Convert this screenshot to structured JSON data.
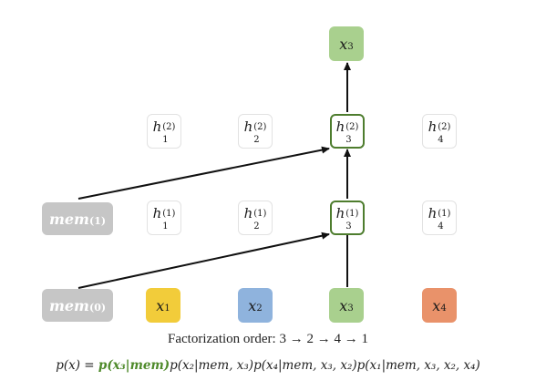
{
  "colors": {
    "x1": "#f2cc3a",
    "x2": "#8fb3dd",
    "x3": "#a9d08e",
    "x4": "#e9926a",
    "mem": "#c6c6c6",
    "highlight_border": "#4e7d2e",
    "highlight_text": "#4e8a2a"
  },
  "output_token": {
    "base": "x",
    "sub": "3"
  },
  "layer2": [
    {
      "base": "h",
      "sup": "(2)",
      "sub": "1"
    },
    {
      "base": "h",
      "sup": "(2)",
      "sub": "2"
    },
    {
      "base": "h",
      "sup": "(2)",
      "sub": "3"
    },
    {
      "base": "h",
      "sup": "(2)",
      "sub": "4"
    }
  ],
  "layer1": [
    {
      "base": "h",
      "sup": "(1)",
      "sub": "1"
    },
    {
      "base": "h",
      "sup": "(1)",
      "sub": "2"
    },
    {
      "base": "h",
      "sup": "(1)",
      "sub": "3"
    },
    {
      "base": "h",
      "sup": "(1)",
      "sub": "4"
    }
  ],
  "inputs": [
    {
      "base": "x",
      "sub": "1"
    },
    {
      "base": "x",
      "sub": "2"
    },
    {
      "base": "x",
      "sub": "3"
    },
    {
      "base": "x",
      "sub": "4"
    }
  ],
  "mem1": {
    "base": "mem",
    "sup": "(1)"
  },
  "mem0": {
    "base": "mem",
    "sup": "(0)"
  },
  "caption": "Factorization order: 3 → 2 → 4 → 1",
  "formula": {
    "lhs": "p(x) = ",
    "highlight": "p(x₃|mem)",
    "rest": "p(x₂|mem, x₃)p(x₄|mem, x₃, x₂)p(x₁|mem, x₃, x₂, x₄)"
  }
}
